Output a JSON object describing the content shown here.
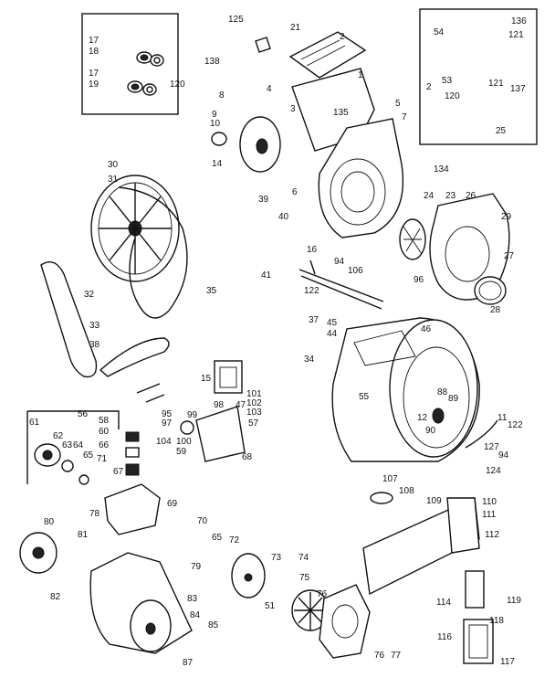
{
  "labels": [
    "125",
    "21",
    "2",
    "17",
    "18",
    "17",
    "19",
    "120",
    "138",
    "4",
    "1",
    "8",
    "9",
    "10",
    "3",
    "14",
    "135",
    "5",
    "7",
    "136",
    "54",
    "53",
    "2",
    "121",
    "120",
    "121",
    "137",
    "25",
    "30",
    "31",
    "134",
    "39",
    "6",
    "40",
    "24",
    "23",
    "26",
    "29",
    "27",
    "28",
    "16",
    "96",
    "94",
    "106",
    "122",
    "41",
    "32",
    "35",
    "37",
    "45",
    "44",
    "33",
    "38",
    "34",
    "46",
    "15",
    "55",
    "98",
    "47",
    "101",
    "102",
    "103",
    "57",
    "95",
    "97",
    "99",
    "100",
    "59",
    "104",
    "68",
    "56",
    "58",
    "60",
    "66",
    "61",
    "62",
    "63",
    "64",
    "65",
    "71",
    "67",
    "88",
    "89",
    "12",
    "90",
    "11",
    "122",
    "127",
    "94",
    "124",
    "78",
    "69",
    "107",
    "108",
    "109",
    "110",
    "111",
    "112",
    "70",
    "80",
    "81",
    "65",
    "72",
    "79",
    "75",
    "73",
    "74",
    "76",
    "82",
    "83",
    "84",
    "85",
    "51",
    "76",
    "77",
    "114",
    "119",
    "116",
    "118",
    "117",
    "87"
  ]
}
